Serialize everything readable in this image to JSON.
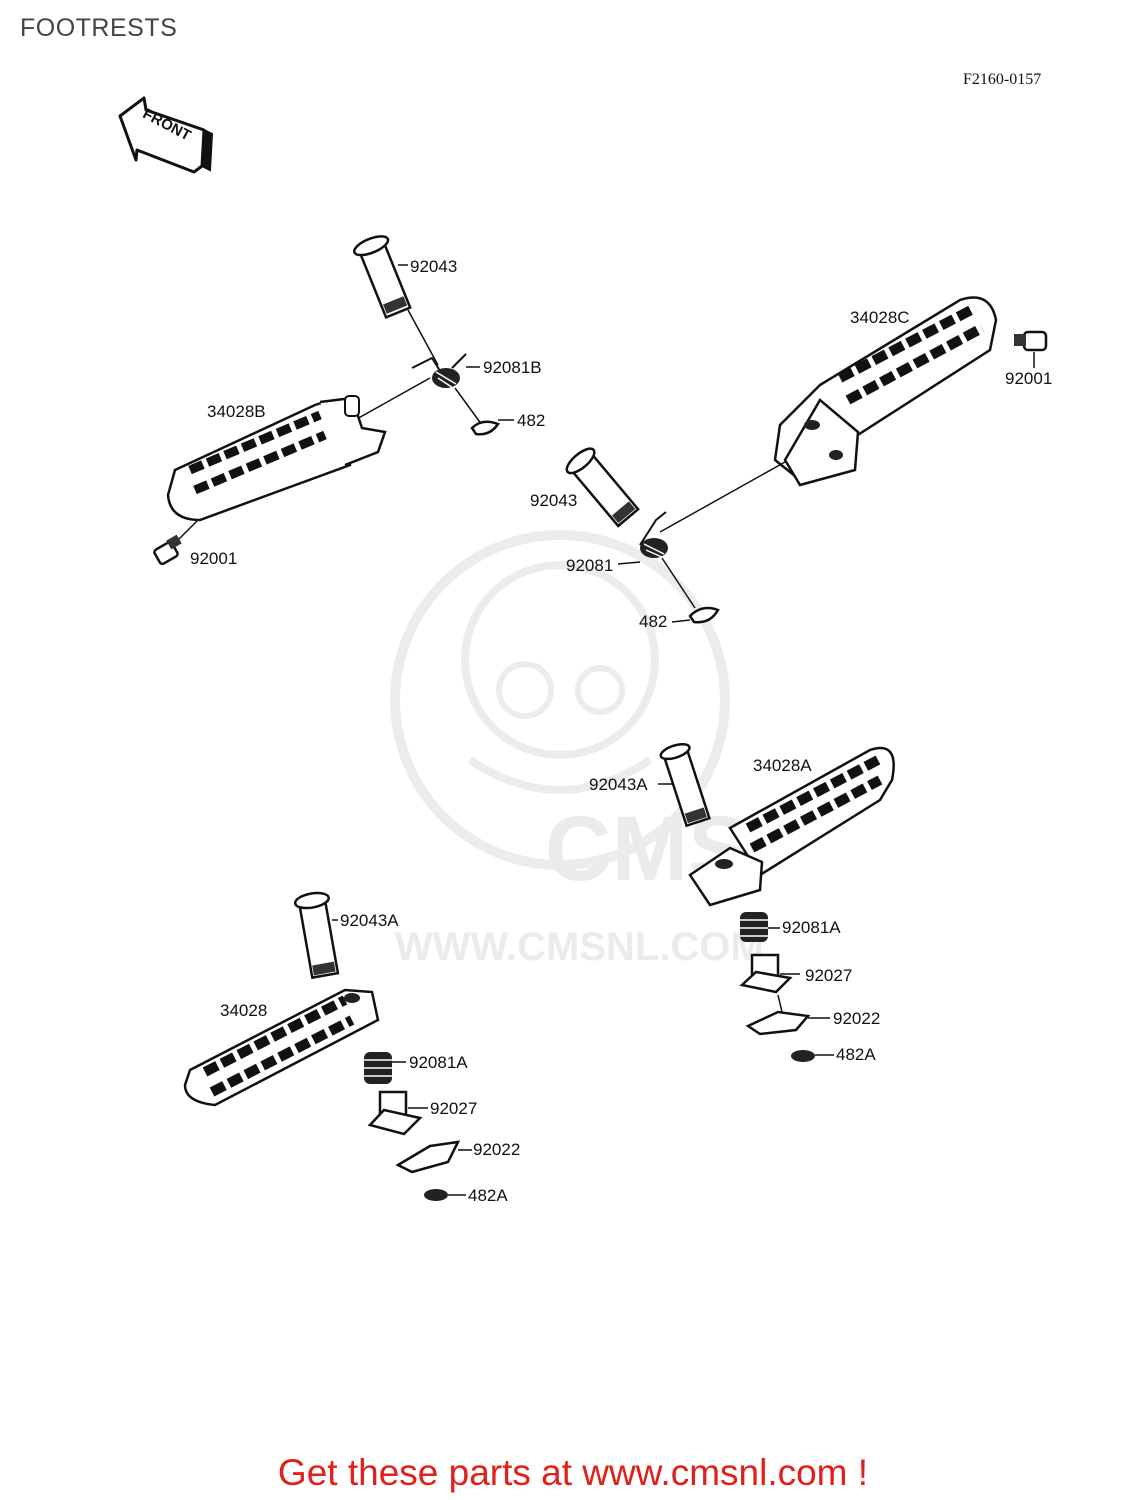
{
  "header": {
    "title": "FOOTRESTS",
    "figure_code": "F2160-0157"
  },
  "front_arrow": {
    "label": "FRONT"
  },
  "watermark": {
    "brand": "CMS",
    "url": "WWW.CMSNL.COM"
  },
  "parts": {
    "p92043_top": "92043",
    "p92081B": "92081B",
    "p482_top": "482",
    "p34028B": "34028B",
    "p92001_left": "92001",
    "p34028C": "34028C",
    "p92001_right": "92001",
    "p92043_mid": "92043",
    "p92081": "92081",
    "p482_mid": "482",
    "p92043A_right": "92043A",
    "p34028A": "34028A",
    "p92081A_right": "92081A",
    "p92027_right": "92027",
    "p92022_right": "92022",
    "p482A_right": "482A",
    "p92043A_left": "92043A",
    "p34028": "34028",
    "p92081A_left": "92081A",
    "p92027_left": "92027",
    "p92022_left": "92022",
    "p482A_left": "482A"
  },
  "footer": {
    "text": "Get these parts at www.cmsnl.com !",
    "color": "#e0201a"
  }
}
